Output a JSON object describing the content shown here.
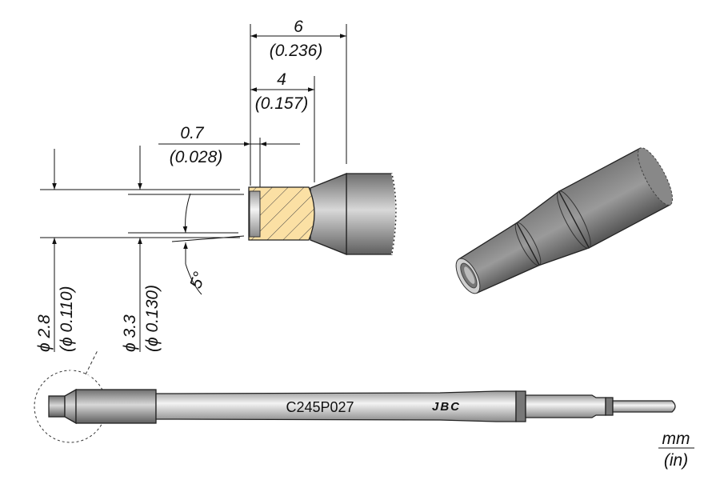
{
  "dimensions": {
    "overall_length": {
      "mm": "6",
      "in": "(0.236)"
    },
    "hatched_length": {
      "mm": "4",
      "in": "(0.157)"
    },
    "cavity_depth": {
      "mm": "0.7",
      "in": "(0.028)"
    },
    "inner_diameter": {
      "mm": "ϕ 2.8",
      "in": "(ϕ 0.110)"
    },
    "outer_diameter": {
      "mm": "ϕ 3.3",
      "in": "(ϕ 0.130)"
    },
    "angle": "5°"
  },
  "tip": {
    "model": "C245P027",
    "brand": "JBC"
  },
  "units": {
    "primary": "mm",
    "secondary": "(in)"
  },
  "colors": {
    "hatch_fill": "#FBE0A4",
    "metal": "#8a8a8a"
  }
}
